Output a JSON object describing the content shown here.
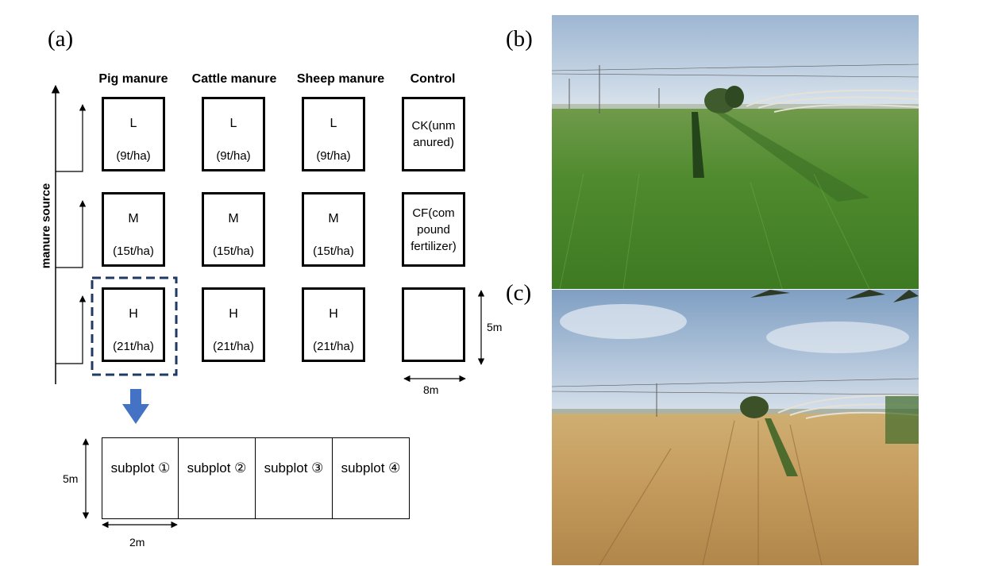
{
  "panels": {
    "a": "(a)",
    "b": "(b)",
    "c": "(c)"
  },
  "diagram": {
    "axis_label": "manure source",
    "columns": [
      "Pig manure",
      "Cattle manure",
      "Sheep manure",
      "Control"
    ],
    "rows": [
      {
        "level": "L",
        "rate": "(9t/ha)"
      },
      {
        "level": "M",
        "rate": "(15t/ha)"
      },
      {
        "level": "H",
        "rate": "(21t/ha)"
      }
    ],
    "controls": [
      "CK(unm anured)",
      "CF(com pound fertilizer)",
      ""
    ],
    "plot_height_label": "5m",
    "plot_width_label": "8m",
    "subplots": [
      "subplot ①",
      "subplot ②",
      "subplot ③",
      "subplot ④"
    ],
    "subplot_height_label": "5m",
    "subplot_width_label": "2m"
  },
  "photos": [
    {
      "panel": "b",
      "scene": "green-wheat-field"
    },
    {
      "panel": "c",
      "scene": "mature-wheat-field"
    }
  ],
  "colors": {
    "dashed_box": "#1f3a63",
    "down_arrow": "#4472c4"
  }
}
